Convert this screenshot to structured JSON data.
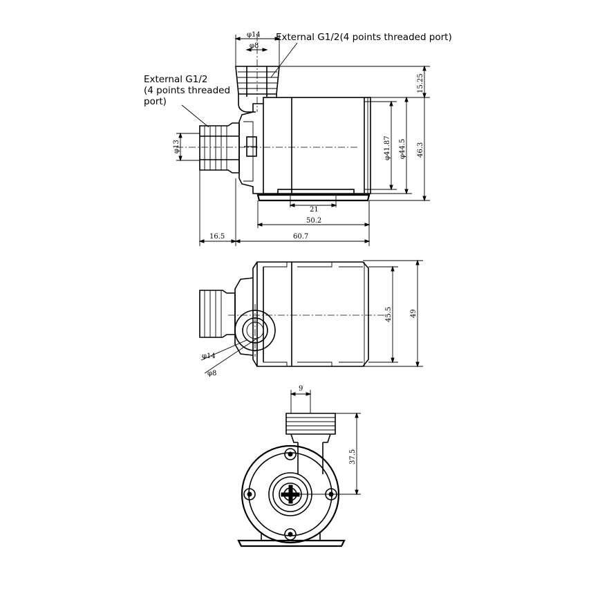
{
  "callouts": {
    "top_port": "External G1/2(4 points threaded port)",
    "side_port": [
      "External G1/2",
      "(4 points threaded",
      "port)"
    ]
  },
  "dimensions": {
    "top_outer": "φ14",
    "top_inner": "φ8",
    "top_height": "15.25",
    "side_port_dia": "φ13",
    "body_inner_dia": "φ41.87",
    "body_outer_dia": "φ44.5",
    "total_height": "46.3",
    "base_slot": "21",
    "base_width": "50.2",
    "port_length": "16.5",
    "body_length": "60.7",
    "side_width_inner": "45.5",
    "side_width_outer": "49",
    "side_outer": "φ14",
    "side_inner": "φ8",
    "front_offset": "9",
    "front_height": "37.5"
  }
}
